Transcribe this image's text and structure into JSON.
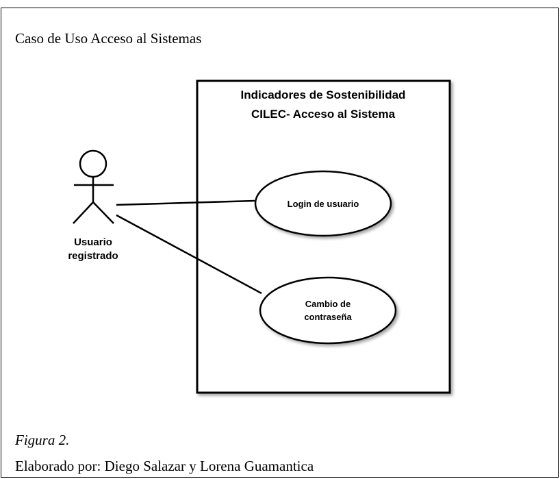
{
  "document": {
    "title": "Caso de Uso Acceso al Sistemas",
    "figure_label": "Figura 2.",
    "credits": "Elaborado por: Diego Salazar y Lorena Guamantica"
  },
  "diagram": {
    "system_boundary": {
      "title_line1": "Indicadores de Sostenibilidad",
      "title_line2": "CILEC- Acceso al Sistema"
    },
    "actor": {
      "label_line1": "Usuario",
      "label_line2": "registrado"
    },
    "use_cases": [
      {
        "label_line1": "Login de usuario",
        "label_line2": ""
      },
      {
        "label_line1": "Cambio de",
        "label_line2": "contraseña"
      }
    ]
  }
}
